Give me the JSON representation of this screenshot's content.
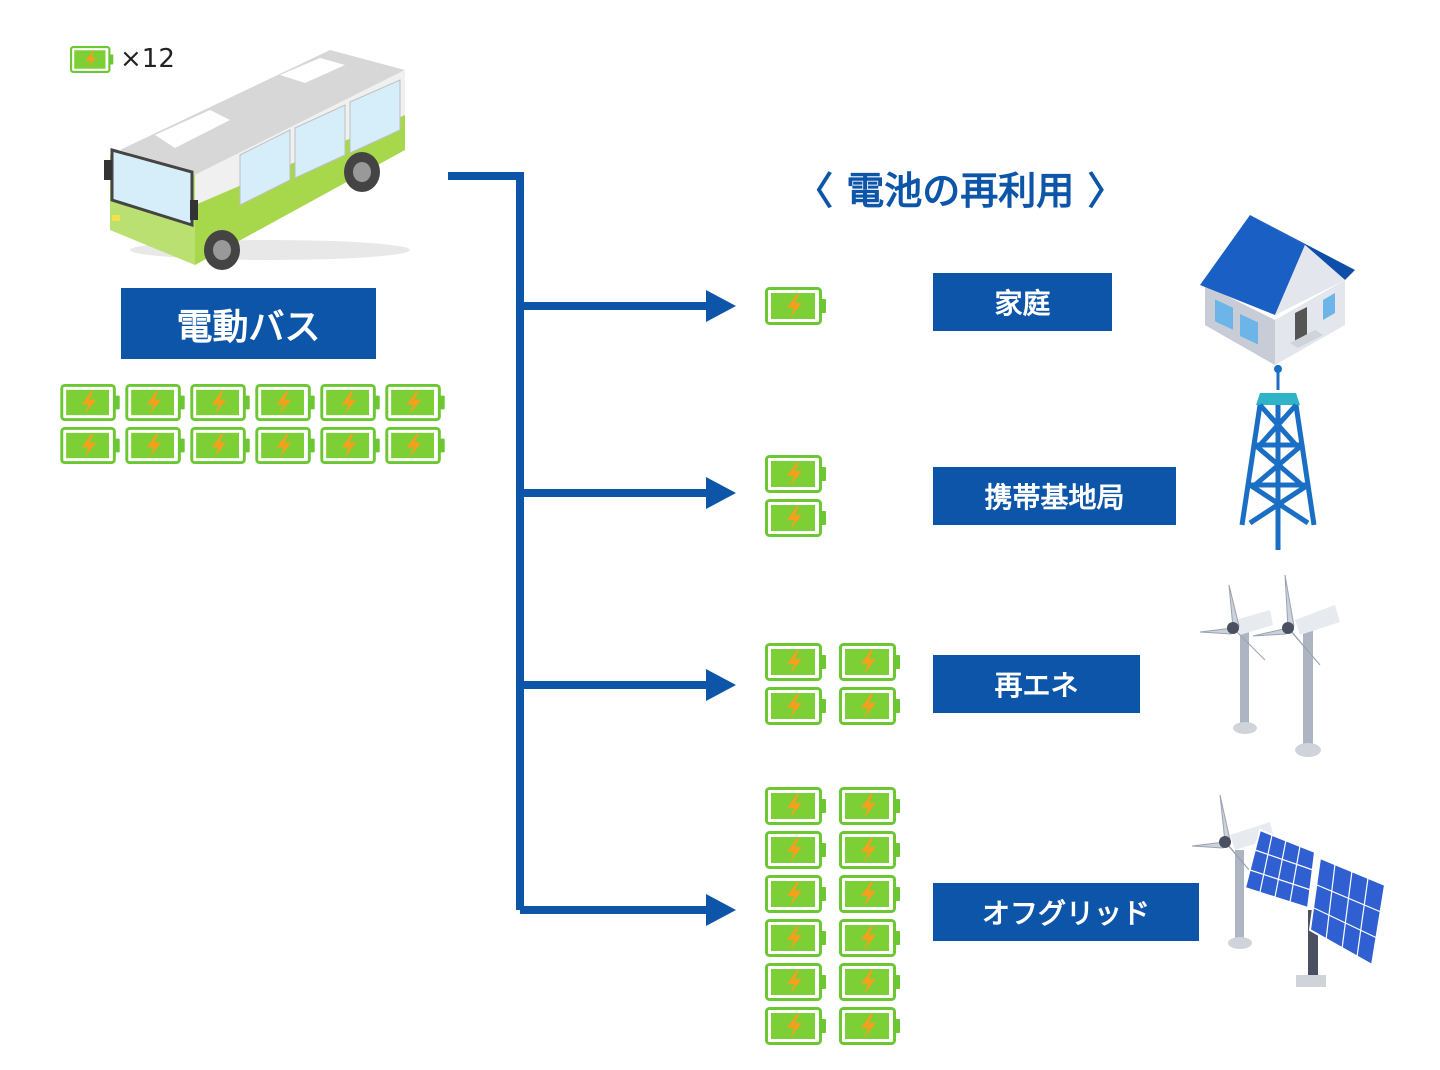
{
  "legend": {
    "multiplier": "×12"
  },
  "bus": {
    "label": "電動バス",
    "battery_count": 12
  },
  "title": "〈 電池の再利用 〉",
  "destinations": [
    {
      "label": "家庭",
      "battery_count": 1,
      "icon": "house-icon"
    },
    {
      "label": "携帯基地局",
      "battery_count": 2,
      "icon": "cell-tower-icon"
    },
    {
      "label": "再エネ",
      "battery_count": 4,
      "icon": "wind-turbine-icon"
    },
    {
      "label": "オフグリッド",
      "battery_count": 12,
      "icon": "wind-solar-icon"
    }
  ],
  "colors": {
    "accent": "#0c55a9",
    "battery_green": "#5cbf2a",
    "battery_fill": "#7ccf34",
    "bolt": "#f4a01c"
  }
}
